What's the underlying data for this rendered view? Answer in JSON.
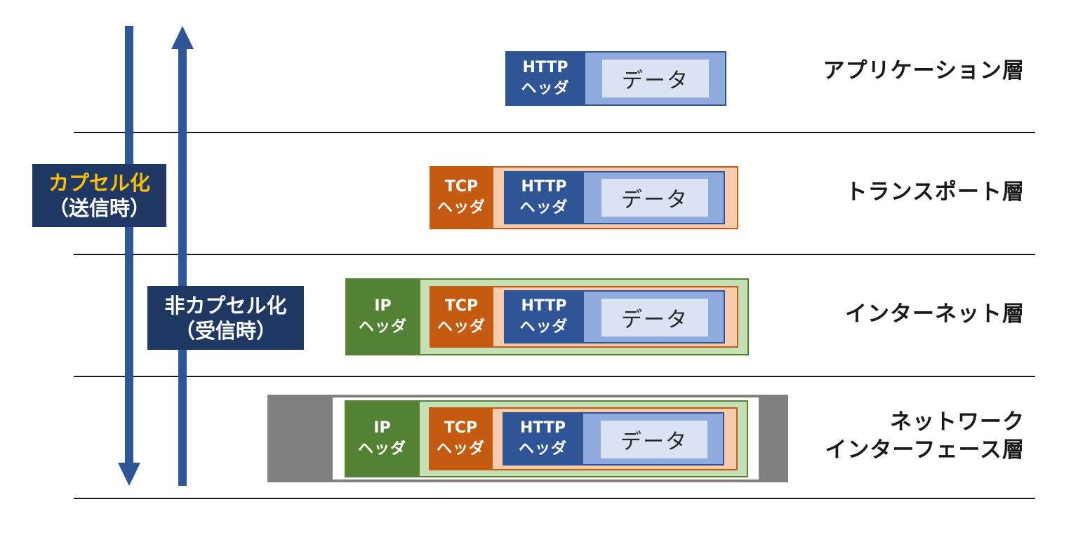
{
  "encapsulation": {
    "title": "カプセル化",
    "subtitle": "（送信時）"
  },
  "decapsulation": {
    "title": "非カプセル化",
    "subtitle": "（受信時）"
  },
  "headers": {
    "http": {
      "line1": "HTTP",
      "line2": "ヘッダ"
    },
    "tcp": {
      "line1": "TCP",
      "line2": "ヘッダ"
    },
    "ip": {
      "line1": "IP",
      "line2": "ヘッダ"
    }
  },
  "data_label": "データ",
  "layers": [
    {
      "name": "アプリケーション層"
    },
    {
      "name": "トランスポート層"
    },
    {
      "name": "インターネット層"
    },
    {
      "name_line1": "ネットワーク",
      "name_line2": "インターフェース層"
    }
  ],
  "colors": {
    "arrow": "#2f5597",
    "label_box": "#203864",
    "accent": "#ffc000",
    "http_header": "#2f5597",
    "http_body": "#8faadc",
    "tcp_header": "#c55a11",
    "tcp_body": "#f8cbad",
    "ip_header": "#548235",
    "ip_body": "#c5e0b4",
    "frame": "#808080",
    "data": "#dae3f3"
  }
}
